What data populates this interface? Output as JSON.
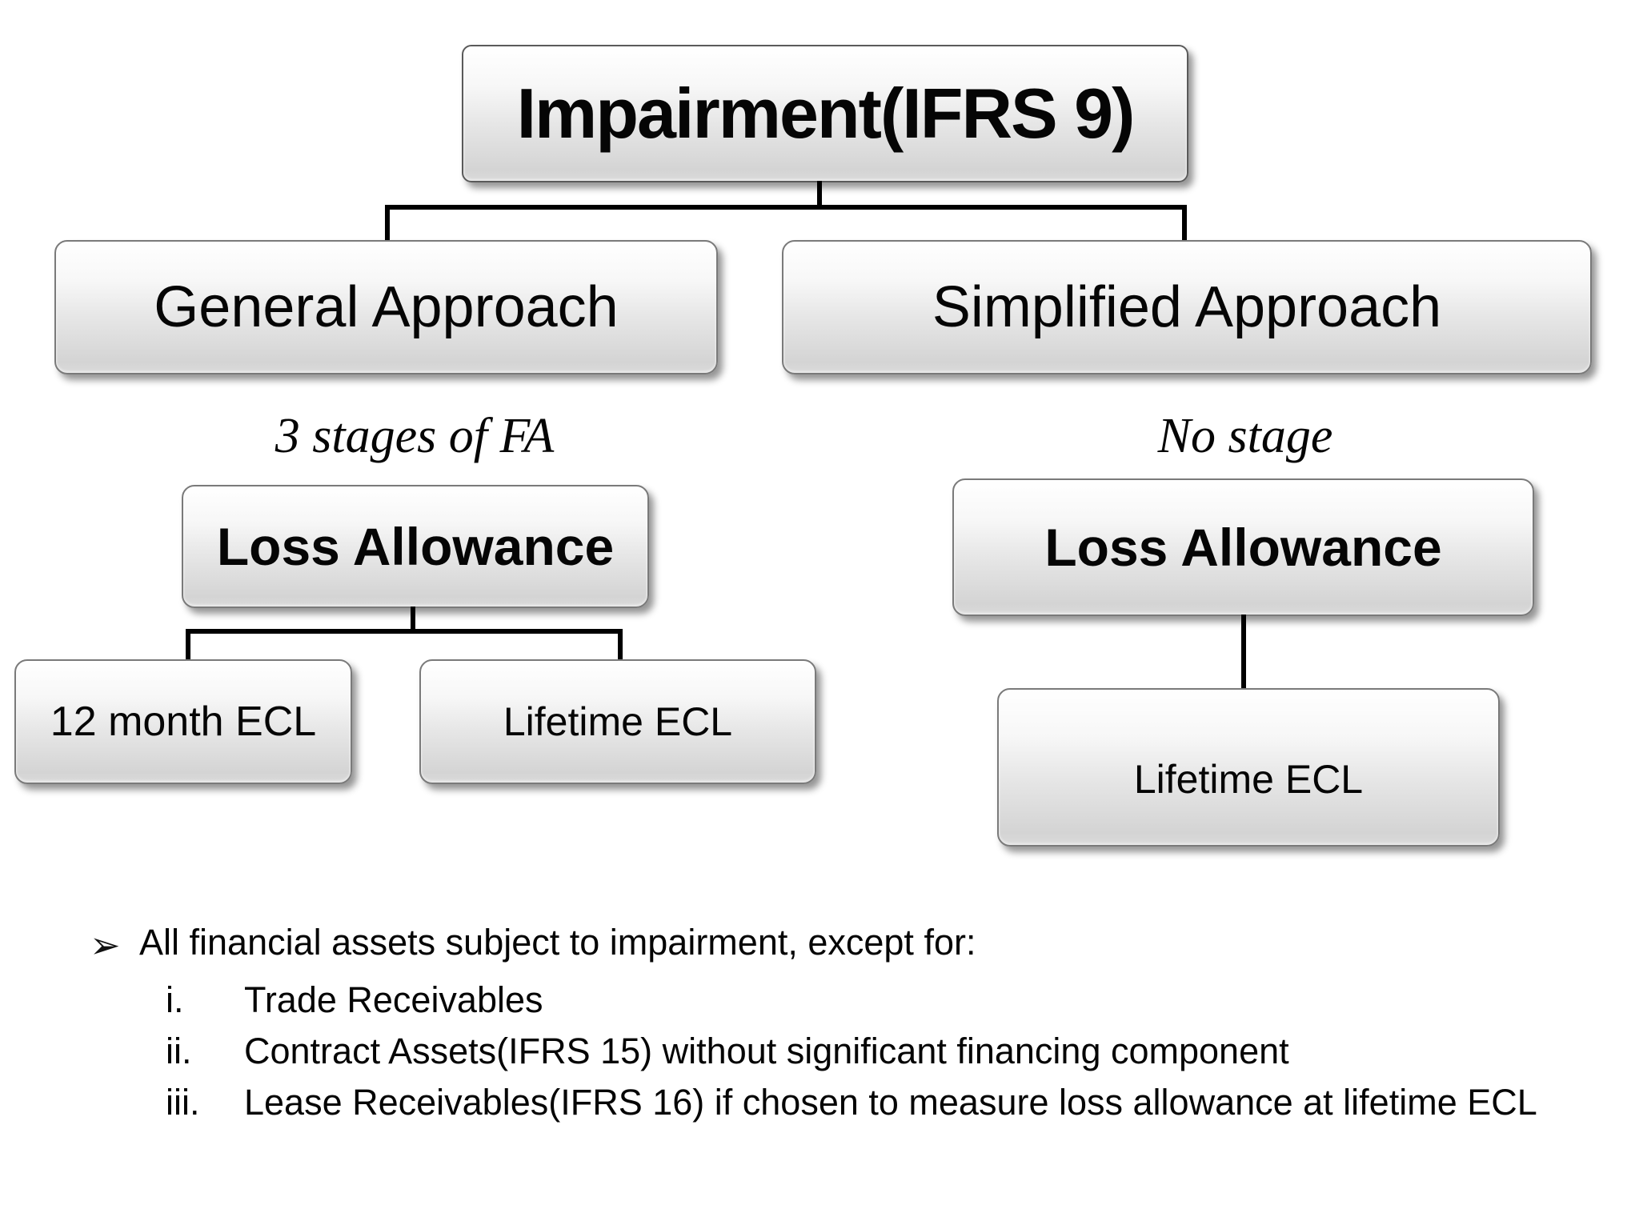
{
  "tree": {
    "root": {
      "label": "Impairment(IFRS 9)"
    },
    "general": {
      "label": "General Approach",
      "note": "3 stages of FA"
    },
    "simplified": {
      "label": "Simplified Approach",
      "note": "No stage"
    },
    "general_loss": {
      "label": "Loss Allowance"
    },
    "simplified_loss": {
      "label": "Loss Allowance"
    },
    "twelve_month_ecl": {
      "label": "12 month ECL"
    },
    "lifetime_ecl_general": {
      "label": "Lifetime ECL"
    },
    "lifetime_ecl_simplified": {
      "label": "Lifetime ECL"
    }
  },
  "notes": {
    "bullet_icon": "➢",
    "lead": "All financial assets subject to impairment, except for:",
    "items": [
      {
        "num": "i.",
        "text": "Trade Receivables"
      },
      {
        "num": "ii.",
        "text": "Contract Assets(IFRS 15) without significant financing component"
      },
      {
        "num": "iii.",
        "text": "Lease Receivables(IFRS 16) if chosen to measure loss allowance at lifetime ECL"
      }
    ]
  },
  "colors": {
    "background": "#ffffff",
    "connector_line": "#000000",
    "box_border": "#7a7a7a",
    "box_gradient_top": "#ffffff",
    "box_gradient_bottom": "#d4d4d4",
    "text": "#050505"
  }
}
